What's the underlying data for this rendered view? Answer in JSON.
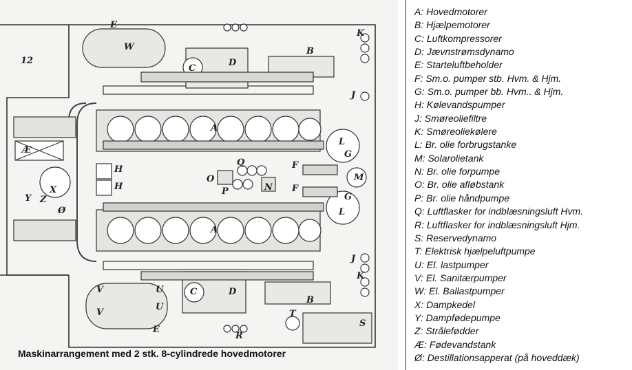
{
  "figure": {
    "page_number": "12",
    "caption": "Maskinarrangement med 2 stk. 8-cylindrede hovedmotorer",
    "labels": {
      "A": "A",
      "B": "B",
      "C": "C",
      "D": "D",
      "E": "E",
      "AE": "Æ",
      "F": "F",
      "G": "G",
      "H": "H",
      "J": "J",
      "K": "K",
      "L": "L",
      "M": "M",
      "N": "N",
      "O": "O",
      "P": "P",
      "Q": "Q",
      "R": "R",
      "S": "S",
      "T": "T",
      "U": "U",
      "V": "V",
      "W": "W",
      "X": "X",
      "Y": "Y",
      "Z": "Z",
      "OE": "Ø"
    }
  },
  "legend": [
    {
      "key": "A:",
      "text": "Hovedmotorer"
    },
    {
      "key": "B:",
      "text": "Hjælpemotorer"
    },
    {
      "key": "C:",
      "text": "Luftkompressorer"
    },
    {
      "key": "D:",
      "text": "Jævnstrømsdynamo"
    },
    {
      "key": "E:",
      "text": "Starteluftbeholder"
    },
    {
      "key": "F:",
      "text": "Sm.o. pumper stb. Hvm. & Hjm."
    },
    {
      "key": "G:",
      "text": "Sm.o. pumper bb. Hvm.. & Hjm."
    },
    {
      "key": "H:",
      "text": "Kølevandspumper"
    },
    {
      "key": "J:",
      "text": "Smøreoliefiltre"
    },
    {
      "key": "K:",
      "text": "Smøreoliekølere"
    },
    {
      "key": "L:",
      "text": "Br. olie forbrugstanke"
    },
    {
      "key": "M:",
      "text": "Solarolietank"
    },
    {
      "key": "N:",
      "text": "Br. olie forpumpe"
    },
    {
      "key": "O:",
      "text": "Br. olie afløbstank"
    },
    {
      "key": "P:",
      "text": "Br. olie håndpumpe"
    },
    {
      "key": "Q:",
      "text": "Luftflasker for indblæsningsluft Hvm."
    },
    {
      "key": "R:",
      "text": "Luftflasker for indblæsningsluft Hjm."
    },
    {
      "key": "S:",
      "text": "Reservedynamo"
    },
    {
      "key": "T:",
      "text": "Elektrisk hjælpeluftpumpe"
    },
    {
      "key": "U:",
      "text": "El. lastpumper"
    },
    {
      "key": "V:",
      "text": "El. Sanitærpumper"
    },
    {
      "key": "W:",
      "text": "El. Ballastpumper"
    },
    {
      "key": "X:",
      "text": "Dampkedel"
    },
    {
      "key": "Y:",
      "text": "Dampfødepumpe"
    },
    {
      "key": "Z:",
      "text": "Strålefødder"
    },
    {
      "key": "Æ:",
      "text": "Fødevandstank"
    },
    {
      "key": "Ø:",
      "text": "Destillationsapperat (på hoveddæk)"
    }
  ]
}
